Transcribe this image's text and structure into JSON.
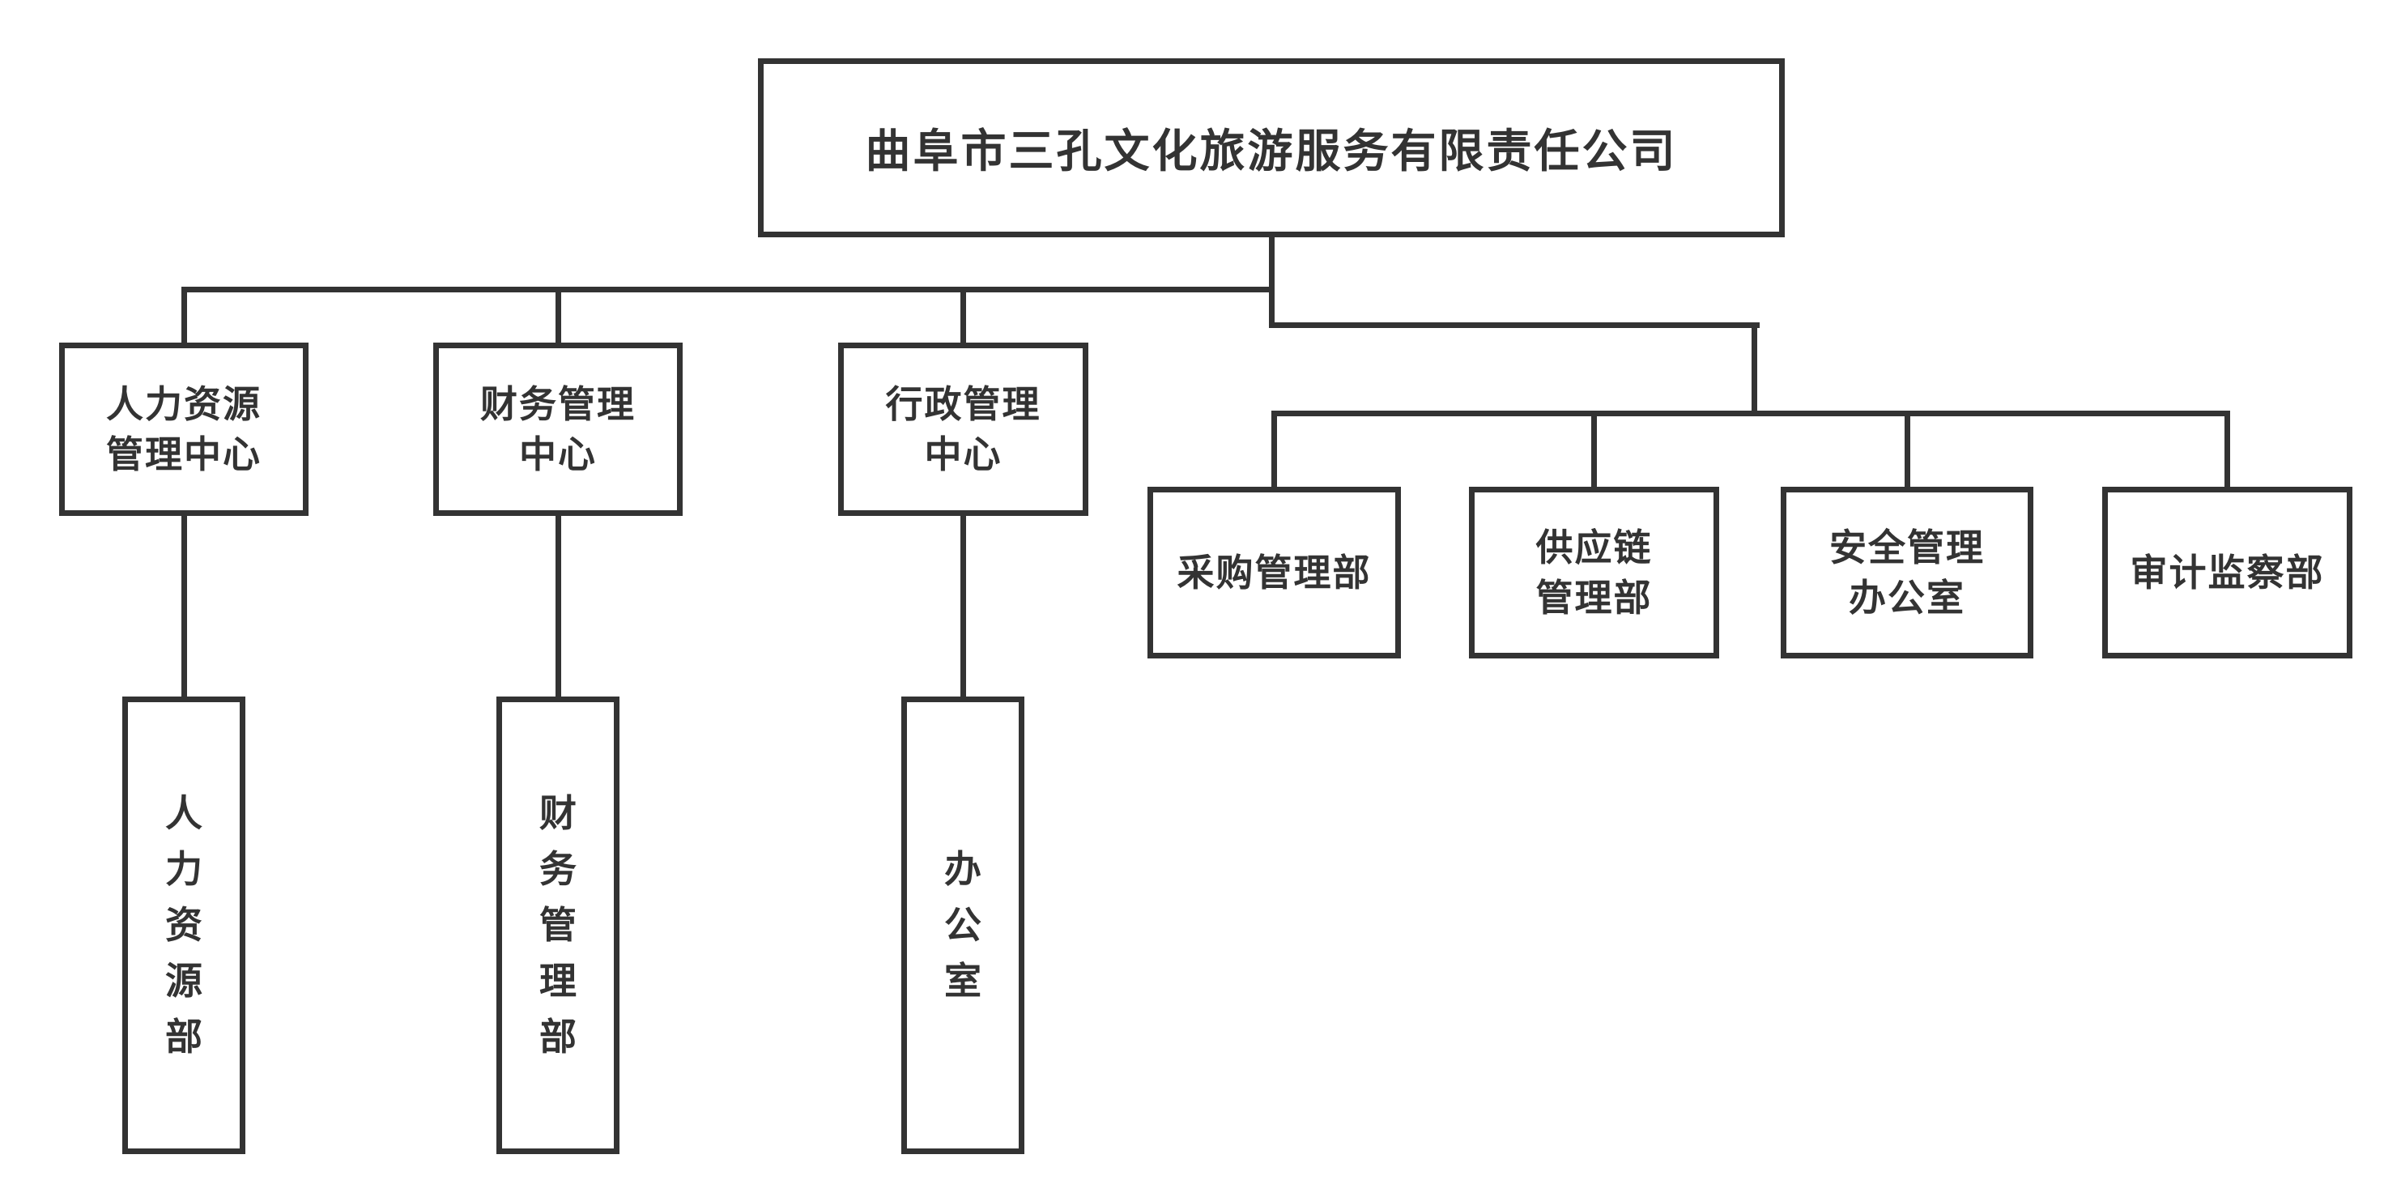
{
  "org_chart": {
    "root": {
      "label": "曲阜市三孔文化旅游服务有限责任公司",
      "display": "曲阜市三孔文化旅游服务有限责任公司"
    },
    "centers": [
      {
        "label": "人力资源管理中心",
        "display": "人力资源\n管理中心"
      },
      {
        "label": "财务管理中心",
        "display": "财务管理\n中心"
      },
      {
        "label": "行政管理中心",
        "display": "行政管理\n中心"
      }
    ],
    "departments": [
      {
        "label": "采购管理部",
        "display": "采购管理部"
      },
      {
        "label": "供应链管理部",
        "display": "供应链\n管理部"
      },
      {
        "label": "安全管理办公室",
        "display": "安全管理\n办公室"
      },
      {
        "label": "审计监察部",
        "display": "审计监察部"
      }
    ],
    "sub_departments": [
      {
        "label": "人力资源部",
        "display": "人\n力\n资\n源\n部",
        "parent": "人力资源管理中心"
      },
      {
        "label": "财务管理部",
        "display": "财\n务\n管\n理\n部",
        "parent": "财务管理中心"
      },
      {
        "label": "办公室",
        "display": "办\n公\n室",
        "parent": "行政管理中心"
      }
    ],
    "colors": {
      "line": "#333333",
      "text": "#333333",
      "background": "#ffffff"
    }
  }
}
